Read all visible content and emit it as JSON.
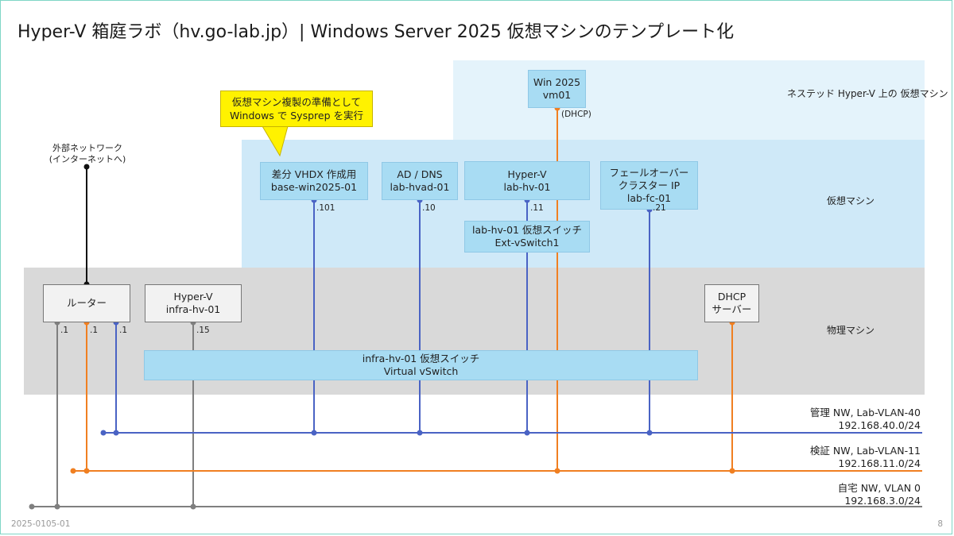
{
  "title": "Hyper-V 箱庭ラボ（hv.go-lab.jp）| Windows Server 2025 仮想マシンのテンプレート化",
  "zones": {
    "nested": "ネステッド Hyper-V 上の\n仮想マシン",
    "vm": "仮想マシン",
    "physical": "物理マシン"
  },
  "callout": "仮想マシン複製の準備として\nWindows で Sysprep を実行",
  "external_network": "外部ネットワーク\n(インターネットへ)",
  "boxes": {
    "win2025": "Win 2025\nvm01",
    "base": "差分 VHDX 作成用\nbase-win2025-01",
    "ad": "AD / DNS\nlab-hvad-01",
    "hv": "Hyper-V\nlab-hv-01",
    "fc": "フェールオーバー\nクラスター IP\nlab-fc-01",
    "hv_switch": "lab-hv-01 仮想スイッチ\nExt-vSwitch1",
    "router": "ルーター",
    "infra": "Hyper-V\ninfra-hv-01",
    "dhcp": "DHCP\nサーバー",
    "infra_switch": "infra-hv-01 仮想スイッチ\nVirtual vSwitch"
  },
  "ips": {
    "dhcp_client": "(DHCP)",
    "base": ".101",
    "ad": ".10",
    "hv": ".11",
    "fc": ".21",
    "router_gray": ".1",
    "router_orange": ".1",
    "router_blue": ".1",
    "infra": ".15"
  },
  "networks": {
    "mgmt": "管理 NW, Lab-VLAN-40\n192.168.40.0/24",
    "verify": "検証 NW, Lab-VLAN-11\n192.168.11.0/24",
    "home": "自宅 NW, VLAN 0\n192.168.3.0/24"
  },
  "colors": {
    "blue": "#4a63c4",
    "orange": "#f07f21",
    "gray": "#7f7f7f",
    "black": "#111111"
  },
  "footer": "2025-0105-01",
  "page_number": "8"
}
